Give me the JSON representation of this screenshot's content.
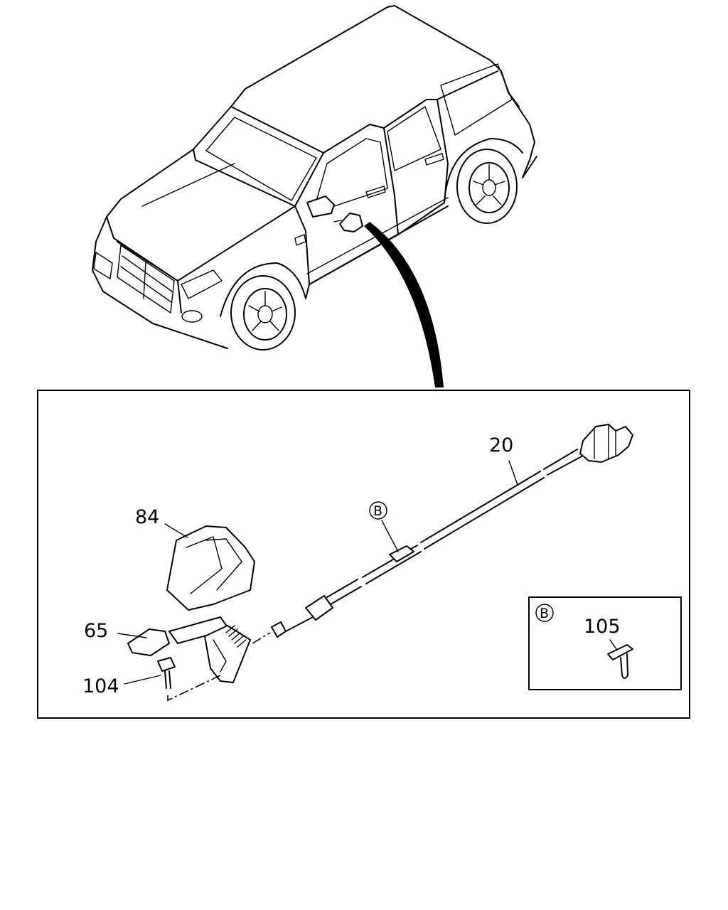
{
  "labels": {
    "cable": "20",
    "cover": "84",
    "lever": "65",
    "bolt": "104",
    "clip": "105",
    "detail_ref": "B",
    "detail_box_ref": "B"
  },
  "icons": {
    "vehicle": "suv-line-drawing",
    "callout_arrow": "curved-leader-arrow",
    "detail_circle": "circled-letter"
  }
}
